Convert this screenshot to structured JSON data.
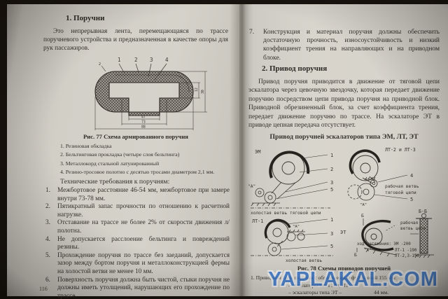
{
  "colors": {
    "watermark_blue": "#3273cc",
    "page": "#d5d2ca",
    "ink": "#35312c"
  },
  "watermark": {
    "text": "YAPLAKAL.COM"
  },
  "left_page": {
    "page_number": "116",
    "heading": "1. Поручни",
    "intro": "Это непрерывная лента, перемещающаяся по трассе поручневого устройства и предназначенная в качестве опоры для рук пассажиров.",
    "figure77": {
      "caption": "Рис. 77 Схема армированного поручня",
      "labels": {
        "l1": "1",
        "l2": "2",
        "l3": "3",
        "l4": "4",
        "thickness": "2"
      },
      "dims": {
        "d47": "47",
        "d73": "73",
        "d88": "88",
        "d12": "12",
        "d30": "30"
      },
      "legend": [
        "1. Резиновая обкладка",
        "2. Бельтинговая прокладка (четыре слоя бельтинга)",
        "3. Металлокорд стальной латунированный",
        "4. Резино-тросовое полотно с десятью тросами диаметром 2,1 мм."
      ]
    },
    "requirements_title": "Технические требования к поручням:",
    "requirements": [
      {
        "num": "1.",
        "text": "Межбортовое расстояние 46-54 мм, межбортовое при замере внутри 73-78 мм."
      },
      {
        "num": "2.",
        "text": "Пятикратный запас прочности по отношению к расчетной нагрузке."
      },
      {
        "num": "3.",
        "text": "Отставание на трассе не более 2% от скорости движения л/полотна."
      },
      {
        "num": "4.",
        "text": "Не допускается расслоение бельтинга и повреждений резины."
      },
      {
        "num": "5.",
        "text": "Прохождение поручня по трассе без заеданий, допускается зазор между бортом поручня и металлоконструкцией фермы на холостой ветви не менее 10 мм."
      },
      {
        "num": "6.",
        "text": "Поверхность поручня должна быть чистой, стыки поручня не должны иметь утолщений, нарушающих его прохождение по трассе."
      }
    ]
  },
  "right_page": {
    "item7": {
      "num": "7.",
      "text": "Конструкция и материал поручня должны обеспечить достаточную прочность, износоустойчивость и низкий коэффициент трения на направляющих и на приводном блоке."
    },
    "heading": "2. Привод поручня",
    "body": "Привод поручня приводится в движение от тяговой цепи эскалатора через цевочную звездочку, которая передает движение поручню посредством цепи привода поручня на приводной блок. Приводной обрезиненный блок, за счет коэффициента трения, передает движение поручню по трассе. На эскалаторе ЭТ в приводе цепная передача отсутствует.",
    "subheading": "Привод поручней эскалаторов типа ЭМ, ЛТ, ЭТ",
    "figure78": {
      "caption": "Рис. 78 Схемы приводов поручней",
      "em": {
        "title": "ЭМ",
        "a": "\"А\"",
        "c1": "1",
        "c2": "2",
        "c3": "3",
        "c5": "5",
        "caption": "холостая ветвь тяговой цепи"
      },
      "lt23": {
        "title": "ЛТ-2 и ЛТ-3",
        "c4": "4",
        "c5": "5",
        "note1": "рабочая ветвь",
        "note2": "тяговой цепи"
      },
      "lt1": {
        "title": "ЛТ-1",
        "a": "\"А\"",
        "c1": "1",
        "c3": "3",
        "c5": "5",
        "caption": "холостая ветвь"
      },
      "et": {
        "title": "ЭТ",
        "b_top": "Б",
        "b_bottom": "Б",
        "note1": "рабочая",
        "note2": "ветвь цепи",
        "tension1": "ход натяжения: ЭМ  -200",
        "a": "\"А\"",
        "tension2": "ЛТ-1 -190",
        "tension3": "ЛТ-2,3-150"
      },
      "bb": {
        "title": "Б-Б"
      }
    },
    "footnote": {
      "line1": "1. Приводной блок поручня с обрезиненной футеровкой 155 мм:",
      "item1_label": "– эскалаторы типа ЭМ, ЛТ –",
      "item1_value": "48 мм;",
      "item2_label": "– эскалаторы типа ЭТ –",
      "item2_value": "44 мм."
    }
  }
}
